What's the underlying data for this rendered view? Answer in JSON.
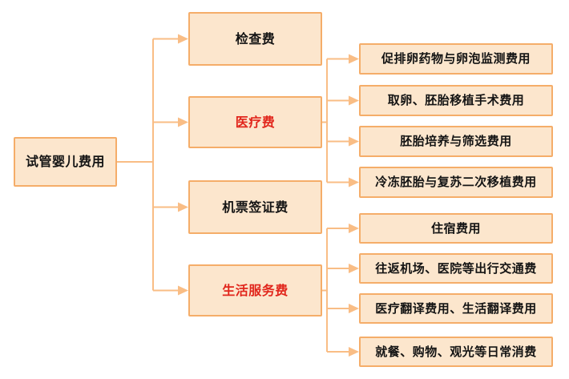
{
  "colors": {
    "box_fill": "#fce6cd",
    "box_border": "#f5ad69",
    "connector": "#f9bd85",
    "text_default": "#141414",
    "text_highlight": "#e1251b",
    "background": "#ffffff"
  },
  "tree": {
    "root": {
      "label": "试管婴儿费用"
    },
    "branches": [
      {
        "label": "检查费",
        "highlight": false,
        "children": []
      },
      {
        "label": "医疗费",
        "highlight": true,
        "children": [
          {
            "label": "促排卵药物与卵泡监测费用"
          },
          {
            "label": "取卵、胚胎移植手术费用"
          },
          {
            "label": "胚胎培养与筛选费用"
          },
          {
            "label": "冷冻胚胎与复苏二次移植费用"
          }
        ]
      },
      {
        "label": "机票签证费",
        "highlight": false,
        "children": []
      },
      {
        "label": "生活服务费",
        "highlight": true,
        "children": [
          {
            "label": "住宿费用"
          },
          {
            "label": "往返机场、医院等出行交通费"
          },
          {
            "label": "医疗翻译费用、生活翻译费用"
          },
          {
            "label": "就餐、购物、观光等日常消费"
          }
        ]
      }
    ]
  }
}
